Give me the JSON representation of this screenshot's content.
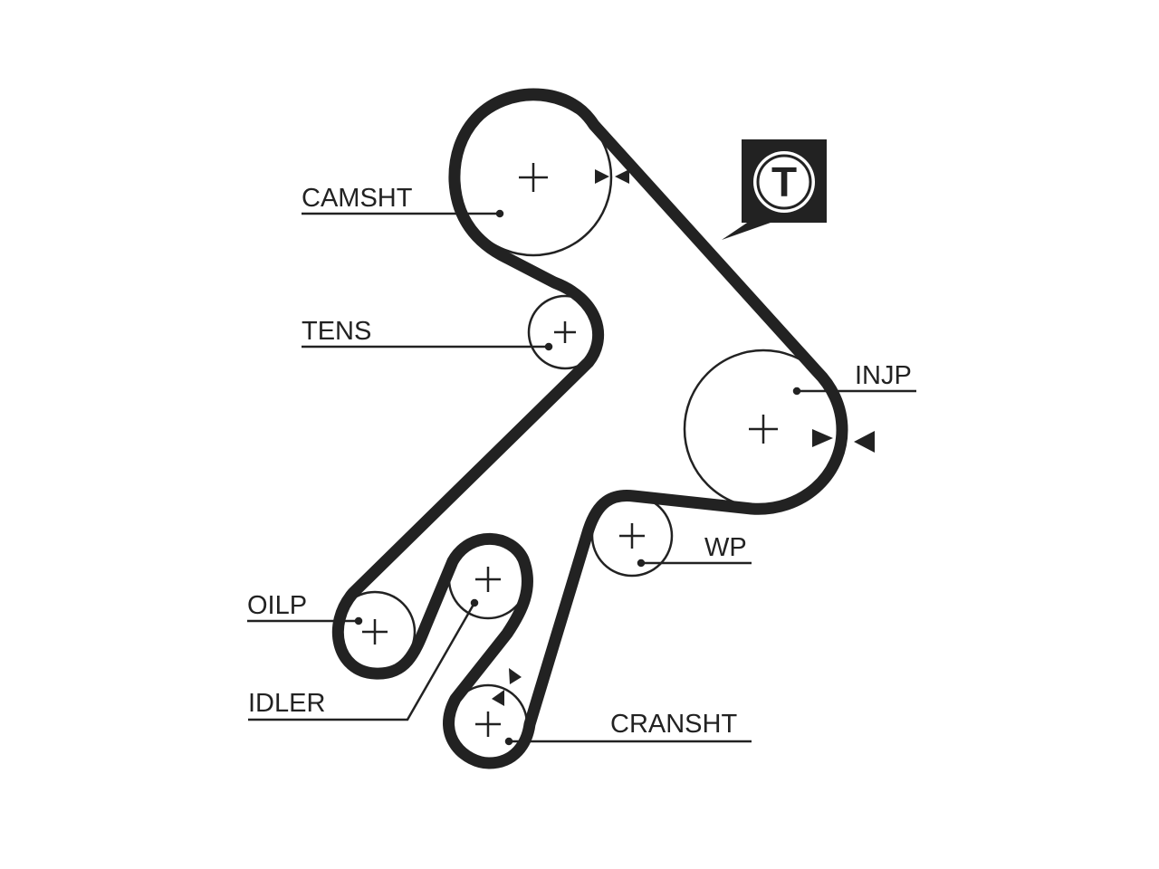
{
  "labels": {
    "camshaft": "CAMSHT",
    "tensioner": "TENS",
    "injection_pump": "INJP",
    "water_pump": "WP",
    "oil_pump": "OILP",
    "idler": "IDLER",
    "crankshaft": "CRANSHT"
  },
  "tension_badge": {
    "letter": "T"
  },
  "colors": {
    "ink": "#222222",
    "background": "#ffffff"
  }
}
